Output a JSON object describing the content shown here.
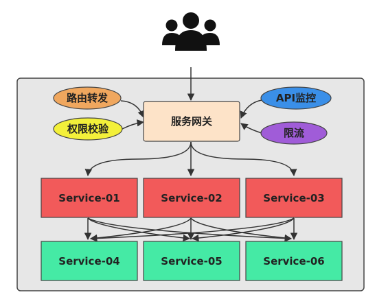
{
  "gateway": {
    "label": "服务网关"
  },
  "features": {
    "routing": {
      "label": "路由转发",
      "color": "#f0a75e"
    },
    "auth": {
      "label": "权限校验",
      "color": "#f3f03a"
    },
    "monitor": {
      "label": "API监控",
      "color": "#3a8fe8"
    },
    "rate_limit": {
      "label": "限流",
      "color": "#a05cd8"
    }
  },
  "services_top": [
    {
      "label": "Service-01"
    },
    {
      "label": "Service-02"
    },
    {
      "label": "Service-03"
    }
  ],
  "services_bottom": [
    {
      "label": "Service-04"
    },
    {
      "label": "Service-05"
    },
    {
      "label": "Service-06"
    }
  ],
  "colors": {
    "container_fill": "#e7e7e7",
    "gateway_fill": "#fde3c8",
    "service_top_fill": "#f25a5a",
    "service_bottom_fill": "#45eaa5",
    "icon": "#111111"
  },
  "icons": {
    "users": "users-icon"
  }
}
